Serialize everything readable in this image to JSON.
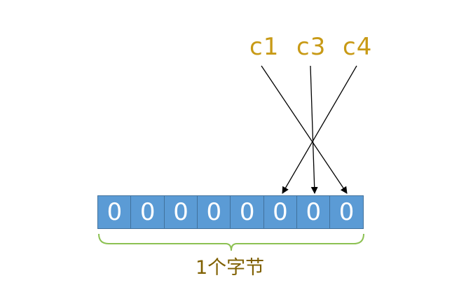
{
  "colors": {
    "label_text": "#c89a16",
    "cell_fill": "#5b9bd5",
    "cell_border": "#41719c",
    "cell_text": "#ffffff",
    "brace": "#8cc152",
    "caption_text": "#7f6000",
    "arrow": "#000000"
  },
  "labels": {
    "c1": "c1",
    "c3": "c3",
    "c4": "c4"
  },
  "byte": {
    "bits": [
      "0",
      "0",
      "0",
      "0",
      "0",
      "0",
      "0",
      "0"
    ],
    "caption": "1个字节"
  }
}
